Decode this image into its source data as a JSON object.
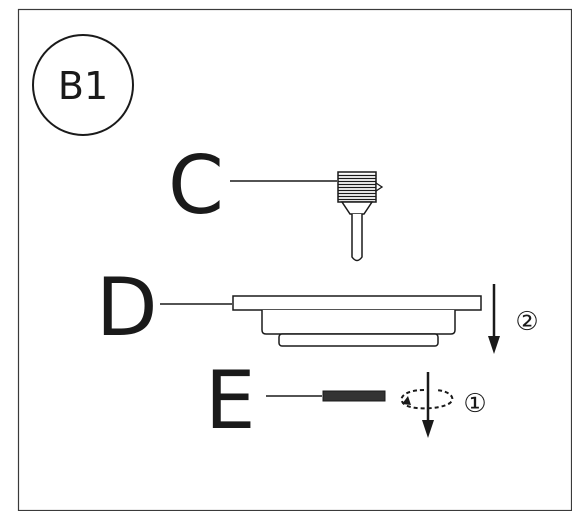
{
  "diagram": {
    "badge": "B1",
    "parts": {
      "c": "C",
      "d": "D",
      "e": "E"
    },
    "steps": {
      "one": "①",
      "two": "②"
    }
  }
}
